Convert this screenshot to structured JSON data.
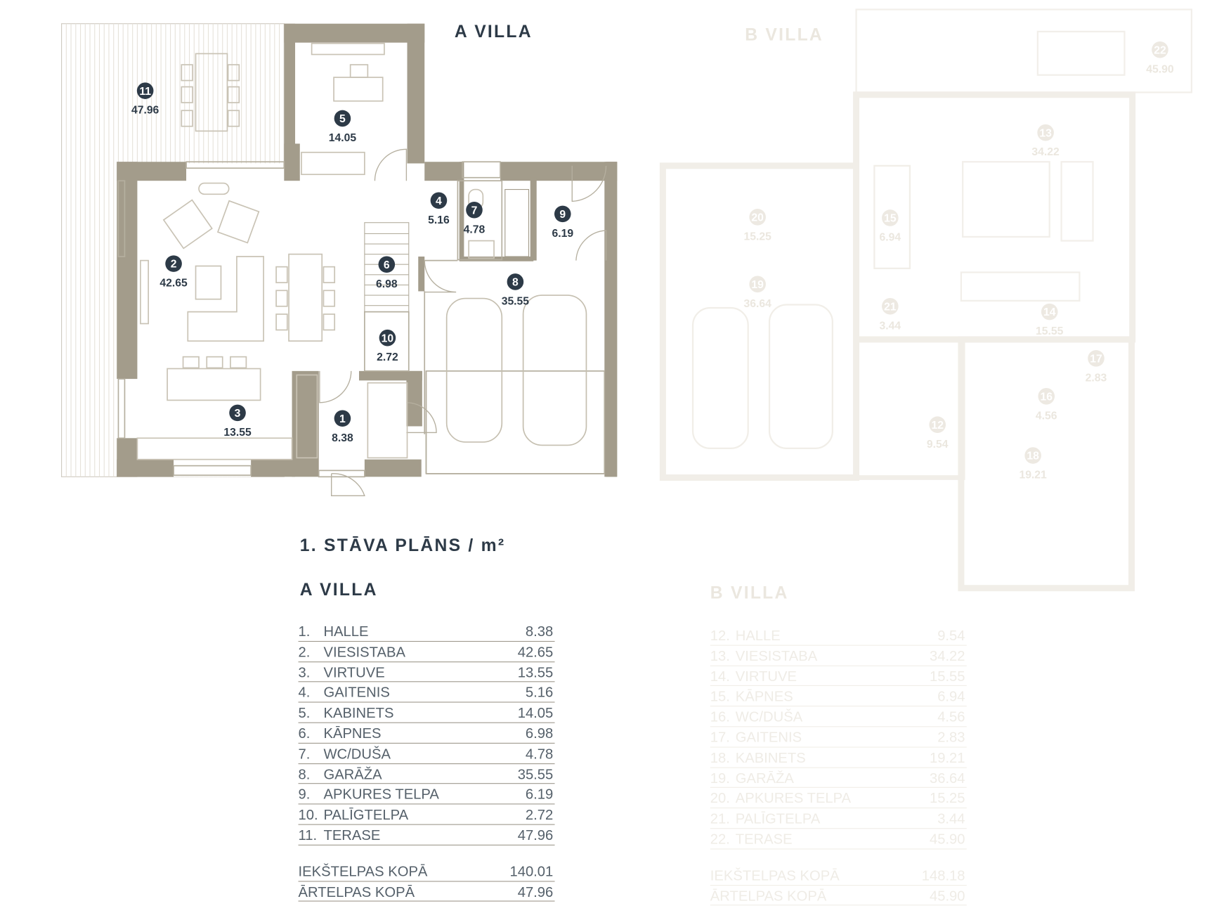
{
  "titles": {
    "a_villa_plan": "A VILLA",
    "b_villa_plan": "B VILLA",
    "floor_plan": "1. STĀVA PLĀNS / m²",
    "a_villa_table": "A VILLA",
    "b_villa_table": "B VILLA"
  },
  "colors": {
    "wall": "#a39c8b",
    "dark_text": "#2d3a47",
    "faded": "#ebe7df"
  },
  "a_villa": {
    "rooms": [
      {
        "num": "1.",
        "name": "HALLE",
        "area": "8.38"
      },
      {
        "num": "2.",
        "name": "VIESISTABA",
        "area": "42.65"
      },
      {
        "num": "3.",
        "name": "VIRTUVE",
        "area": "13.55"
      },
      {
        "num": "4.",
        "name": "GAITENIS",
        "area": "5.16"
      },
      {
        "num": "5.",
        "name": "KABINETS",
        "area": "14.05"
      },
      {
        "num": "6.",
        "name": "KĀPNES",
        "area": "6.98"
      },
      {
        "num": "7.",
        "name": "WC/DUŠA",
        "area": "4.78"
      },
      {
        "num": "8.",
        "name": "GARĀŽA",
        "area": "35.55"
      },
      {
        "num": "9.",
        "name": "APKURES TELPA",
        "area": "6.19"
      },
      {
        "num": "10.",
        "name": "PALĪGTELPA",
        "area": "2.72"
      },
      {
        "num": "11.",
        "name": "TERASE",
        "area": "47.96"
      }
    ],
    "totals": [
      {
        "label": "IEKŠTELPAS KOPĀ",
        "value": "140.01"
      },
      {
        "label": "ĀRTELPAS KOPĀ",
        "value": "47.96"
      }
    ],
    "plan_labels": [
      {
        "id": "1",
        "area": "8.38"
      },
      {
        "id": "2",
        "area": "42.65"
      },
      {
        "id": "3",
        "area": "13.55"
      },
      {
        "id": "4",
        "area": "5.16"
      },
      {
        "id": "5",
        "area": "14.05"
      },
      {
        "id": "6",
        "area": "6.98"
      },
      {
        "id": "7",
        "area": "4.78"
      },
      {
        "id": "8",
        "area": "35.55"
      },
      {
        "id": "9",
        "area": "6.19"
      },
      {
        "id": "10",
        "area": "2.72"
      },
      {
        "id": "11",
        "area": "47.96"
      }
    ]
  },
  "b_villa": {
    "rooms": [
      {
        "num": "12.",
        "name": "HALLE",
        "area": "9.54"
      },
      {
        "num": "13.",
        "name": "VIESISTABA",
        "area": "34.22"
      },
      {
        "num": "14.",
        "name": "VIRTUVE",
        "area": "15.55"
      },
      {
        "num": "15.",
        "name": "KĀPNES",
        "area": "6.94"
      },
      {
        "num": "16.",
        "name": "WC/DUŠA",
        "area": "4.56"
      },
      {
        "num": "17.",
        "name": "GAITENIS",
        "area": "2.83"
      },
      {
        "num": "18.",
        "name": "KABINETS",
        "area": "19.21"
      },
      {
        "num": "19.",
        "name": "GARĀŽA",
        "area": "36.64"
      },
      {
        "num": "20.",
        "name": "APKURES TELPA",
        "area": "15.25"
      },
      {
        "num": "21.",
        "name": "PALĪGTELPA",
        "area": "3.44"
      },
      {
        "num": "22.",
        "name": "TERASE",
        "area": "45.90"
      }
    ],
    "totals": [
      {
        "label": "IEKŠTELPAS KOPĀ",
        "value": "148.18"
      },
      {
        "label": "ĀRTELPAS KOPĀ",
        "value": "45.90"
      }
    ],
    "plan_labels": [
      {
        "id": "12",
        "area": "9.54"
      },
      {
        "id": "13",
        "area": "34.22"
      },
      {
        "id": "14",
        "area": "15.55"
      },
      {
        "id": "15",
        "area": "6.94"
      },
      {
        "id": "16",
        "area": "4.56"
      },
      {
        "id": "17",
        "area": "2.83"
      },
      {
        "id": "18",
        "area": "19.21"
      },
      {
        "id": "19",
        "area": "36.64"
      },
      {
        "id": "20",
        "area": "15.25"
      },
      {
        "id": "21",
        "area": "3.44"
      },
      {
        "id": "22",
        "area": "45.90"
      }
    ]
  }
}
